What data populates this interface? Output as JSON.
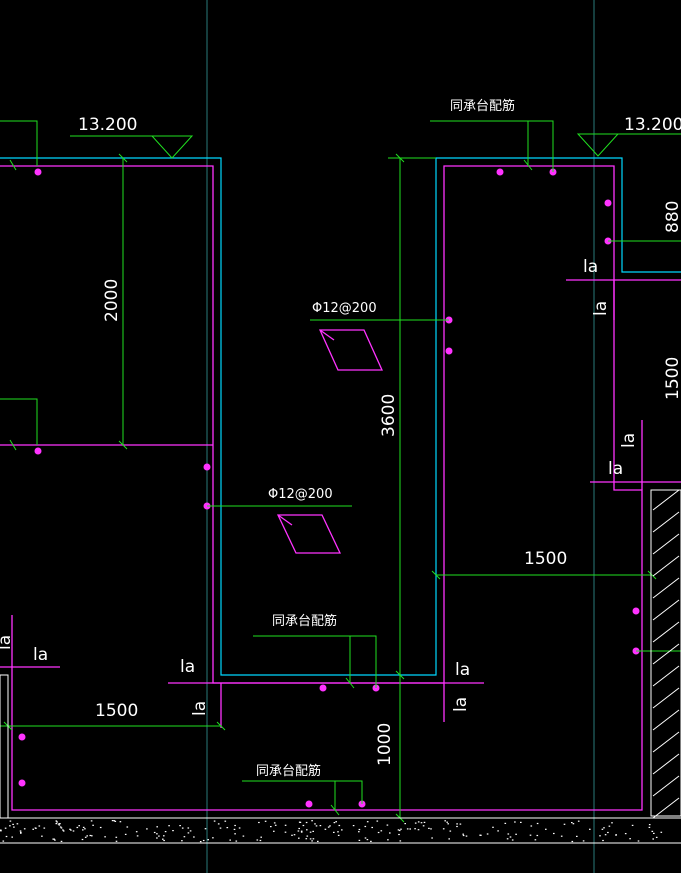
{
  "colors": {
    "background": "#000000",
    "wall": "#00d8ff",
    "rebar": "#ff33ff",
    "dimension": "#20e020",
    "axis": "#2a7a7a",
    "text": "#ffffff"
  },
  "labels": {
    "elevation_left": "13.200",
    "elevation_right": "13.200",
    "same_as_cap_top": "同承台配筋",
    "same_as_cap_mid": "同承台配筋",
    "same_as_cap_bottom": "同承台配筋",
    "rebar_upper": "Φ12@200",
    "rebar_lower": "Φ12@200",
    "anchor": "la"
  },
  "dimensions": {
    "left_height": "2000",
    "center_height": "3600",
    "right_top": "880",
    "right_mid": "1500",
    "right_width": "1500",
    "left_width": "1500",
    "bottom_height": "1000"
  }
}
